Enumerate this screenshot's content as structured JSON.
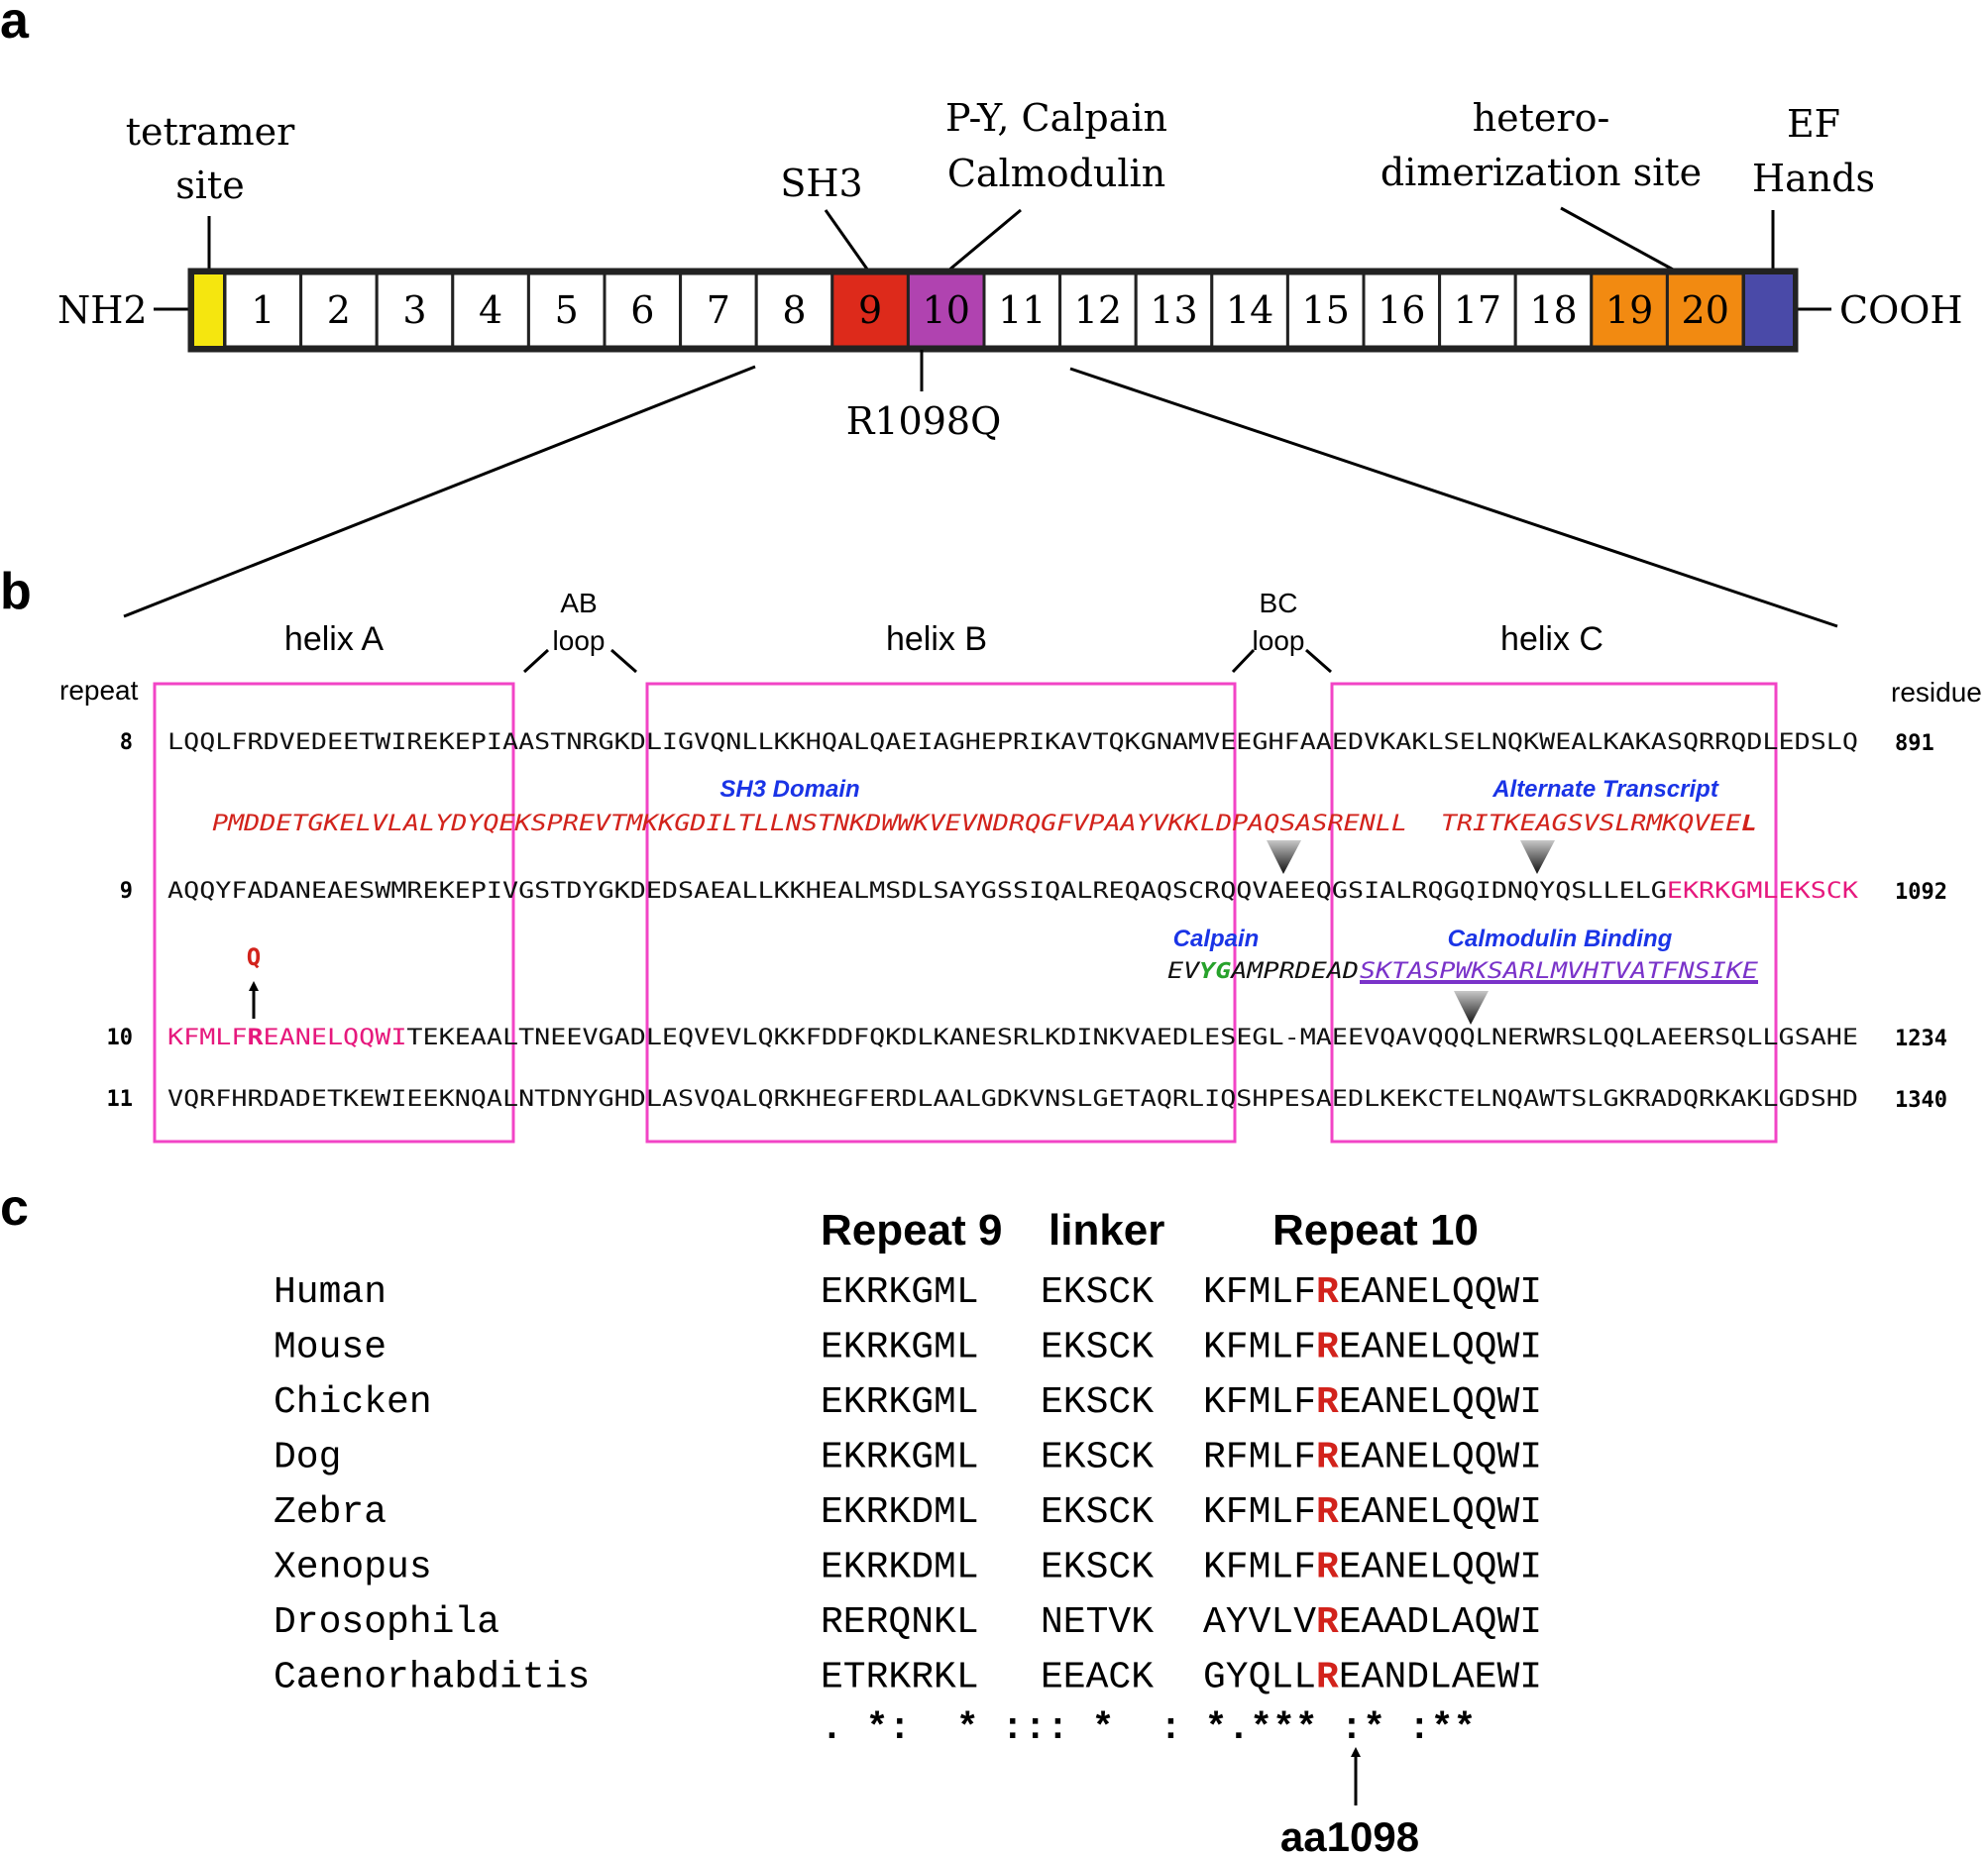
{
  "panels": {
    "a": "a",
    "b": "b",
    "c": "c"
  },
  "panel_a": {
    "nh2": "NH2",
    "cooh": "COOH",
    "repeats": [
      "1",
      "2",
      "3",
      "4",
      "5",
      "6",
      "7",
      "8",
      "9",
      "10",
      "11",
      "12",
      "13",
      "14",
      "15",
      "16",
      "17",
      "18",
      "19",
      "20"
    ],
    "labels": {
      "tetramer_1": "tetramer",
      "tetramer_2": "site",
      "sh3": "SH3",
      "py_1": "P-Y, Calpain",
      "py_2": "Calmodulin",
      "hetero_1": "hetero-",
      "hetero_2": "dimerization site",
      "ef_1": "EF",
      "ef_2": "Hands",
      "mutation": "R1098Q"
    },
    "colors": {
      "tetramer": "#f5e60f",
      "sh3": "#dd2a1b",
      "repeat10": "#b043b0",
      "hetero": "#f28a11",
      "ef": "#4a4aa8"
    }
  },
  "panel_b": {
    "helix_a": "helix A",
    "ab_loop_1": "AB",
    "ab_loop_2": "loop",
    "helix_b": "helix B",
    "bc_loop_1": "BC",
    "bc_loop_2": "loop",
    "helix_c": "helix C",
    "repeat_hdr": "repeat",
    "residue_hdr": "residue",
    "rows": [
      {
        "repeat": "8",
        "residue": "891",
        "seq": "LQQLFRDVEDEETWIREKEPIAASTNRGKDLIGVQNLLKKHQALQAEIAGHEPRIKAVTQKGNAMVEEGHFAAEDVKAKLSELNQKWEALKAKASQRRQDLEDSLQ"
      },
      {
        "repeat": "9",
        "residue": "1092",
        "seq_main": "AQQYFADANEAESWMREKEPIVGSTDYGKDEDSAEALLKKHEALMSDLSAYGSSIQALREQAQSCRQQVAEEQGSIALRQGQIDNQYQSLLELG",
        "seq_pink": "EKRKGMLEKSCK"
      },
      {
        "repeat": "10",
        "residue": "1234",
        "seq_pink1": "KFMLF",
        "seq_r": "R",
        "seq_pink2": "EANELQQWI",
        "seq_main": "TEKEAALTNEEVGADLEQVEVLQKKFDDFQKDLKANESRLKDINKVAEDLESEGL-MAEEVQAVQQQLNERWRSLQQLAEERSQLLGSAHE"
      },
      {
        "repeat": "11",
        "residue": "1340",
        "seq": "VQRFHRDADETKEWIEEKNQALNTDNYGHDLASVQALQRKHEGFERDLAALGDKVNSLGETAQRLIQSHPESAEDLKEKCTELNQAWTSLGKRADQRKAKLGDSHD"
      }
    ],
    "sh3_label": "SH3 Domain",
    "sh3_seq": "PMDDETGKELVLALYDYQEKSPREVTMKKGDILTLLNSTNKDWWKVEVNDRQGFVPAAYVKKLDPAQSASRENLL",
    "alt_label": "Alternate Transcript",
    "alt_seq": "TRITKEAGSVSLRMKQVEE",
    "alt_seq_last": "L",
    "calpain_label": "Calpain",
    "calpain_seq_1": "EV",
    "calpain_seq_yg": "YG",
    "calpain_seq_2": "AMPRDEAD",
    "calmodulin_label": "Calmodulin Binding",
    "calmodulin_seq": "SKTASPWKSARLMVHTVATFNSIKE",
    "mutant_residue": "Q",
    "colors": {
      "box": "#f244c6",
      "pink_seq": "#e6187d",
      "red_seq": "#d2231c",
      "blue_label": "#1a34e6",
      "green": "#27a22b",
      "purple": "#7a33c9"
    }
  },
  "panel_c": {
    "hdr_repeat9": "Repeat 9",
    "hdr_linker": "linker",
    "hdr_repeat10": "Repeat 10",
    "species": [
      {
        "name": "Human",
        "r9": "EKRKGML",
        "linker": "EKSCK",
        "r10a": "KFMLF",
        "r10r": "R",
        "r10b": "EANELQQWI"
      },
      {
        "name": "Mouse",
        "r9": "EKRKGML",
        "linker": "EKSCK",
        "r10a": "KFMLF",
        "r10r": "R",
        "r10b": "EANELQQWI"
      },
      {
        "name": "Chicken",
        "r9": "EKRKGML",
        "linker": "EKSCK",
        "r10a": "KFMLF",
        "r10r": "R",
        "r10b": "EANELQQWI"
      },
      {
        "name": "Dog",
        "r9": "EKRKGML",
        "linker": "EKSCK",
        "r10a": "RFMLF",
        "r10r": "R",
        "r10b": "EANELQQWI"
      },
      {
        "name": "Zebra",
        "r9": "EKRKDML",
        "linker": "EKSCK",
        "r10a": "KFMLF",
        "r10r": "R",
        "r10b": "EANELQQWI"
      },
      {
        "name": "Xenopus",
        "r9": "EKRKDML",
        "linker": "EKSCK",
        "r10a": "KFMLF",
        "r10r": "R",
        "r10b": "EANELQQWI"
      },
      {
        "name": "Drosophila",
        "r9": "RERQNKL",
        "linker": "NETVK",
        "r10a": "AYVLV",
        "r10r": "R",
        "r10b": "EAADLAQWI"
      },
      {
        "name": "Caenorhabditis",
        "r9": "ETRKRKL",
        "linker": "EEACK",
        "r10a": "GYQLL",
        "r10r": "R",
        "r10b": "EANDLAEWI"
      }
    ],
    "consensus": ". *:  * ::: *  : *.*** :* :**",
    "arrow_label": "aa1098",
    "colors": {
      "r": "#d2231c"
    }
  }
}
